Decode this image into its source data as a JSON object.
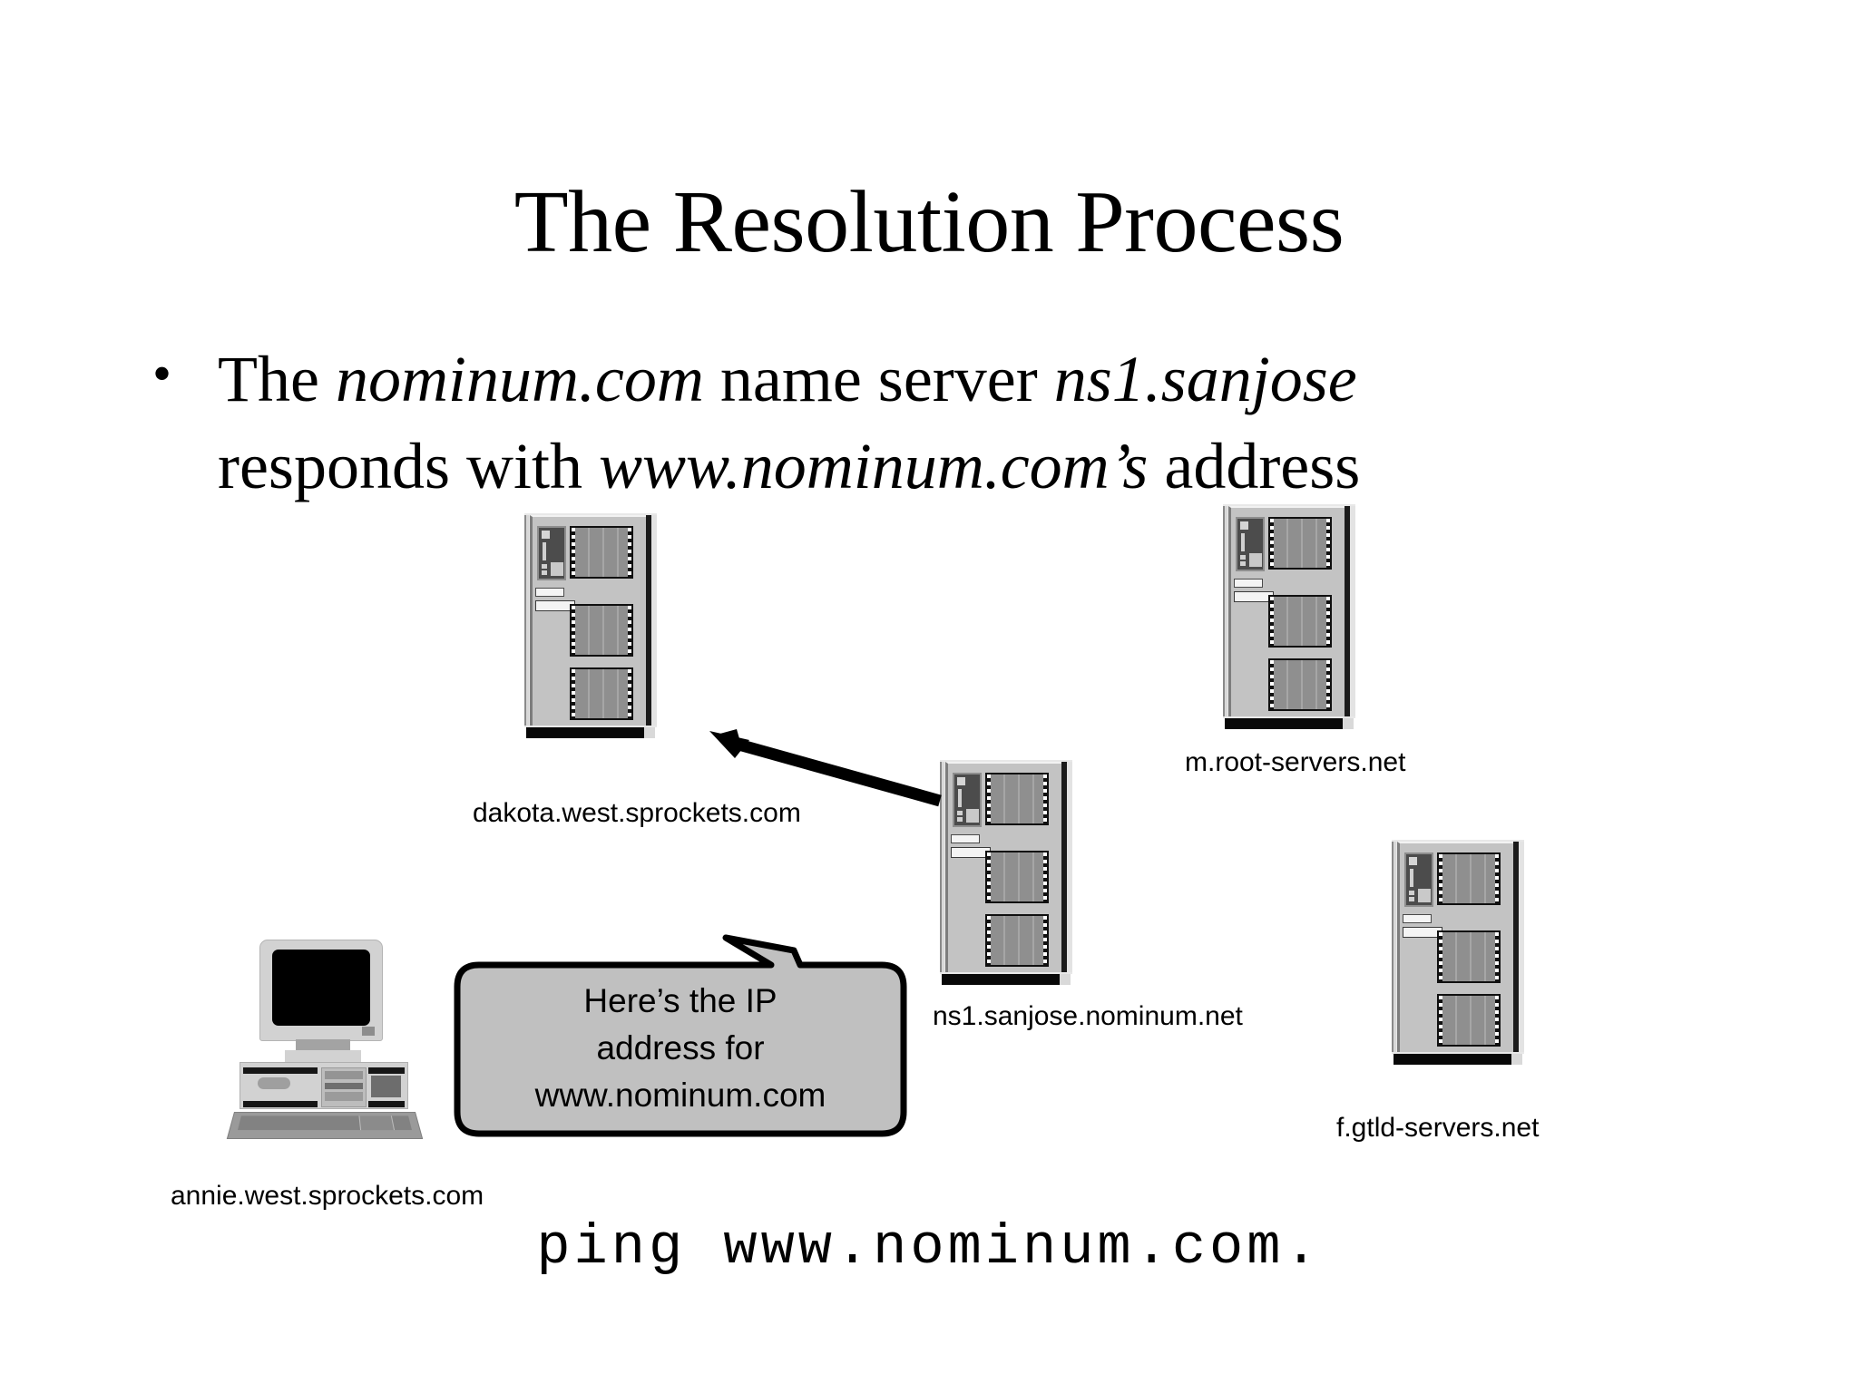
{
  "slide": {
    "title": "The Resolution Process",
    "bullet_marker": "•",
    "bullet": {
      "part1": "The ",
      "em1": "nominum.com",
      "part2": " name server ",
      "em2": "ns1.sanjose",
      "part3": "responds with ",
      "em3": "www.nominum.com’s",
      "part4": " address"
    },
    "ping_command": "ping www.nominum.com."
  },
  "nodes": [
    {
      "id": "dakota",
      "label": "dakota.west.sprockets.com",
      "type": "server"
    },
    {
      "id": "mroot",
      "label": "m.root-servers.net",
      "type": "server"
    },
    {
      "id": "ns1",
      "label": "ns1.sanjose.nominum.net",
      "type": "server"
    },
    {
      "id": "fgtld",
      "label": "f.gtld-servers.net",
      "type": "server"
    },
    {
      "id": "annie",
      "label": "annie.west.sprockets.com",
      "type": "workstation"
    }
  ],
  "speech_bubble": {
    "line1": "Here’s the IP",
    "line2": "address for",
    "line3": "www.nominum.com",
    "fill": "#c0c0c0",
    "stroke": "#000000"
  },
  "arrow": {
    "name": "answer-arrow",
    "from": "ns1.sanjose.nominum.net",
    "to": "dakota.west.sprockets.com",
    "color": "#000000"
  },
  "colors": {
    "background": "#ffffff",
    "text": "#000000",
    "server_body": "#c3c3c3",
    "server_bay": "#8f8f8f",
    "bubble_fill": "#c0c0c0"
  }
}
